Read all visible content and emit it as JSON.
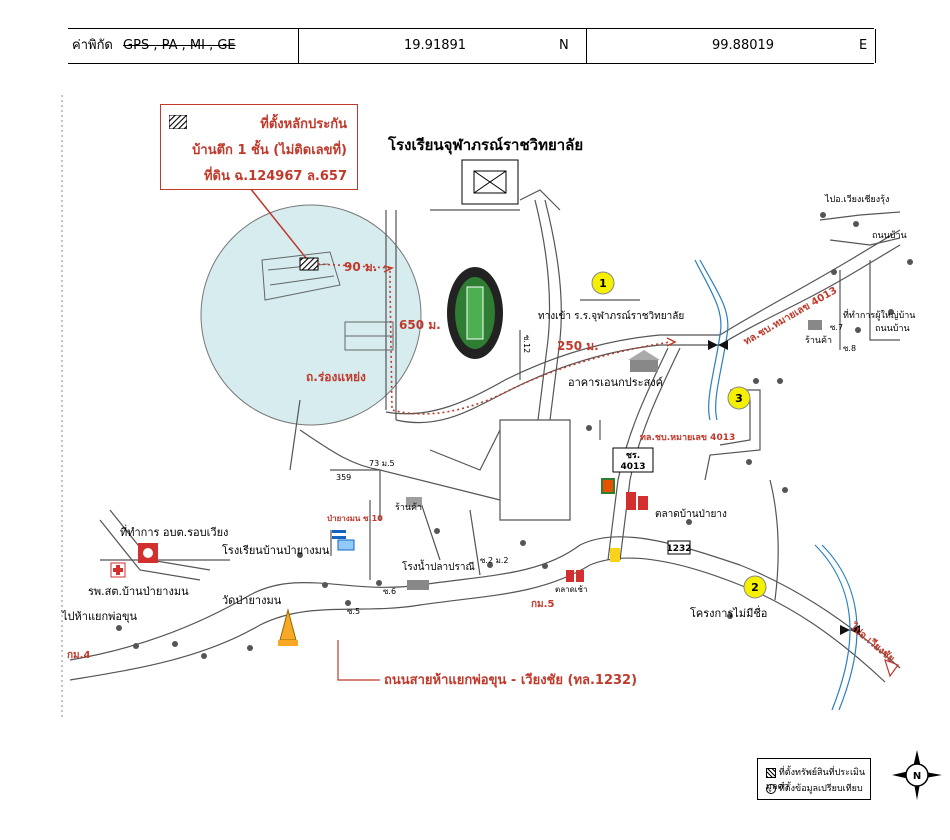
{
  "coords": {
    "label": "ค่าพิกัด",
    "source_text": "GPS , PA , MI , GE",
    "lat": "19.91891",
    "lat_dir": "N",
    "lon": "99.88019",
    "lon_dir": "E"
  },
  "collateral_box": {
    "line1": "ที่ตั้งหลักประกัน",
    "line2": "บ้านตึก 1 ชั้น (ไม่ติดเลขที่)",
    "line3": "ที่ดิน ฉ.124967 ล.657"
  },
  "places": {
    "school_main": "โรงเรียนจุฬาภรณ์ราชวิทยาลัย",
    "school_entrance": "ทางเข้า ร.ร.จุฬาภรณ์ราชวิทยาลัย",
    "multipurpose_building": "อาคารเอนกประสงค์",
    "to_wiang_chiang_rung": "ไปอ.เวียงเชียงรุ้ง",
    "village_road": "ถนนบ้าน",
    "village_headman_office": "ที่ทำการผู้ใหญ่บ้าน",
    "shop": "ร้านค้า",
    "rong_haeng_road": "ถ.ร่องแหย่ง",
    "route_4013_a": "ทล.ชบ.หมายเลข 4013",
    "route_4013_b": "ทล.ชบ.หมายเลข 4013",
    "cr_4013": "ชร.\n4013",
    "sao_office": "ที่ทำการ อบต.รอบเวียง",
    "hospital": "รพ.สต.บ้านป่ายางมน",
    "to_phokhun": "ไปห้าแยกพ่อขุน",
    "pa_yang_mon_school": "โรงเรียนบ้านป่ายางมน",
    "wat": "วัดป่ายางมน",
    "fish_farm": "โรงน้ำปลาปราณี",
    "market_pa_yang": "ตลาดบ้านป่ายาง",
    "morning_market": "ตลาดเช้า",
    "project_no_name": "โครงการไม่มีชื่อ",
    "to_wiang_chai": "ไปอ.เวียงชัย",
    "main_road": "ถนนสายห้าแยกพ่อขุน - เวียงชัย (ทล.1232)",
    "shop2": "ร้านค้า",
    "shop3": "ร้านค้า"
  },
  "small_labels": {
    "moo5": "73 ม.5",
    "n359": "359",
    "pa_yang_mon_soi10": "ป่ายางมน ซ.10",
    "soi12": "ซ.12",
    "soi8": "ซ.8",
    "soi7": "ซ.7",
    "soi5": "ซ.5",
    "soi6": "ซ.6",
    "soi2_moo2": "ซ.2 ม.2",
    "km5": "กม.5",
    "km4": "กม.4",
    "road1232": "1232",
    "dist_90": "90 ม.",
    "dist_650": "650 ม.",
    "dist_250": "250 ม."
  },
  "markers": [
    "1",
    "2",
    "3"
  ],
  "legend": {
    "item1": "ที่ตั้งทรัพย์สินที่ประเมินมูลค่า",
    "item2": "ที่ตั้งข้อมูลเปรียบเทียบ"
  },
  "compass": "N",
  "colors": {
    "accent_red": "#c0392b",
    "circle_fill": "#d6ecee",
    "marker_yellow": "#f5f000"
  }
}
